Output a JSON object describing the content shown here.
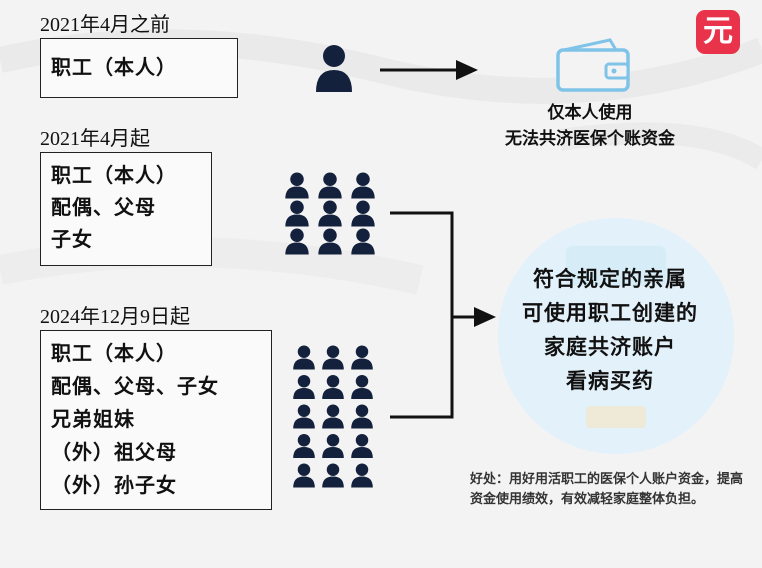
{
  "eras": [
    {
      "title": "2021年4月之前",
      "members": [
        "职工（本人）"
      ]
    },
    {
      "title": "2021年4月起",
      "members": [
        "职工（本人）",
        "配偶、父母",
        "子女"
      ]
    },
    {
      "title": "2024年12月9日起",
      "members": [
        "职工（本人）",
        "配偶、父母、子女",
        "兄弟姐妹",
        "（外）祖父母",
        "（外）孙子女"
      ]
    }
  ],
  "wallet": {
    "caption_line1": "仅本人使用",
    "caption_line2": "无法共济医保个账资金"
  },
  "shared_account": {
    "line1": "符合规定的亲属",
    "line2": "可使用职工创建的",
    "line3": "家庭共济账户",
    "line4": "看病买药"
  },
  "footnote": "好处：用好用活职工的医保个人账户资金，提高资金使用绩效，有效减轻家庭整体负担。",
  "logo_text": "元",
  "colors": {
    "person_icon": "#14213d",
    "circle_fill": "#e3f1fa",
    "wallet_stroke": "#7fc3e8",
    "logo_bg": "#e8334a",
    "background": "#f3f3f3"
  },
  "icons": [
    "person-icon",
    "wallet-icon",
    "arrow-right-icon",
    "logo-icon"
  ]
}
